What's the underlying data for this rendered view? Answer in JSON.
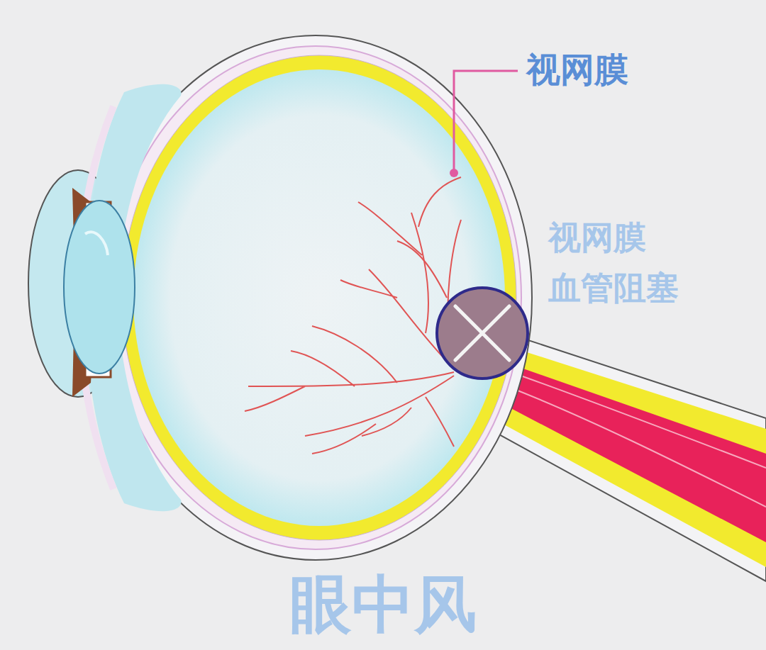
{
  "diagram": {
    "title": "眼中风",
    "labels": [
      "视网膜",
      "视网膜 血管阻塞"
    ]
  }
}
